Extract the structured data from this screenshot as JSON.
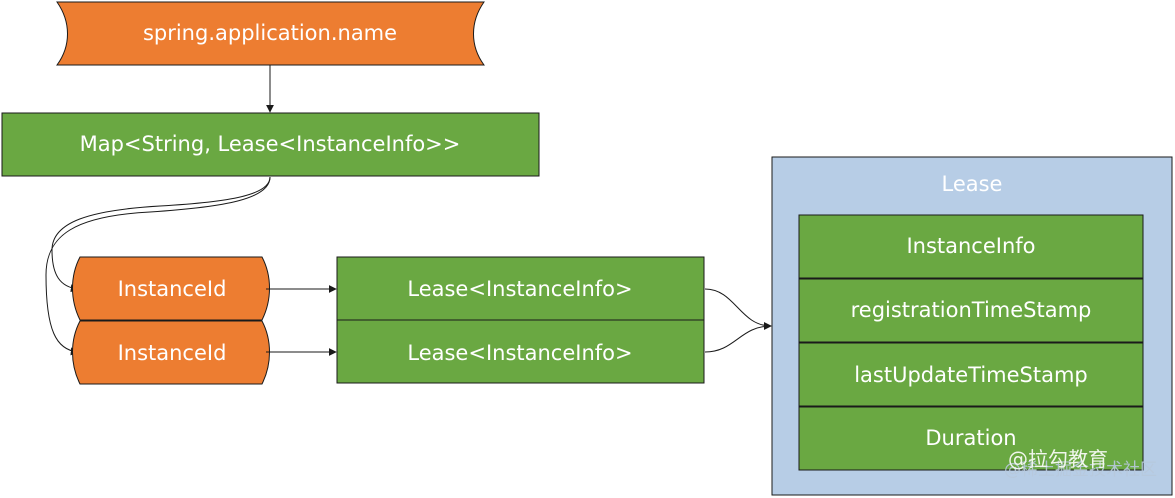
{
  "colors": {
    "orange": "#ed7d31",
    "green": "#6aa842",
    "blue_panel": "#b7cde6",
    "stroke": "#1a1a1a"
  },
  "top": {
    "label": "spring.application.name"
  },
  "map": {
    "label": "Map<String, Lease<InstanceInfo>>"
  },
  "rows": [
    {
      "key": "InstanceId",
      "value": "Lease<InstanceInfo>"
    },
    {
      "key": "InstanceId",
      "value": "Lease<InstanceInfo>"
    }
  ],
  "lease": {
    "title": "Lease",
    "fields": [
      "InstanceInfo",
      "registrationTimeStamp",
      "lastUpdateTimeStamp",
      "Duration"
    ]
  },
  "watermark": {
    "text": "@拉勾教育",
    "sub": "@稀土掘金技术社区"
  }
}
